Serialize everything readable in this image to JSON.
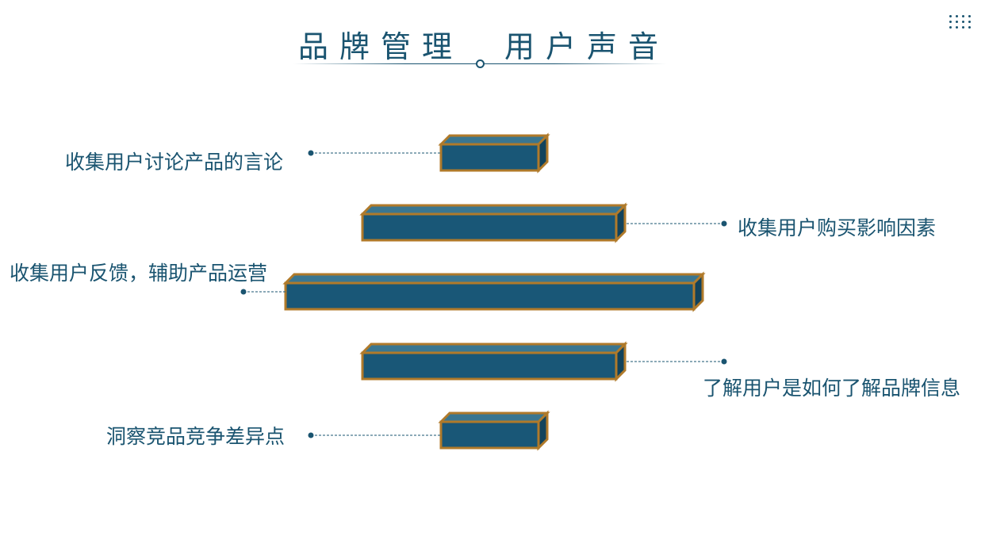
{
  "header": {
    "title_left": "品牌管理",
    "title_right": "用户声音"
  },
  "items": [
    {
      "label": "收集用户讨论产品的言论"
    },
    {
      "label": "收集用户购买影响因素"
    },
    {
      "label": "收集用户反馈，辅助产品运营"
    },
    {
      "label": "了解用户是如何了解品牌信息"
    },
    {
      "label": "洞察竞品竞争差异点"
    }
  ],
  "colors": {
    "bar_front": "#195777",
    "bar_top": "#3a7690",
    "bar_side": "#12435c",
    "bar_border": "#b07a2a",
    "text": "#1a5470"
  },
  "icons": {
    "menu": "grid-menu-icon"
  }
}
